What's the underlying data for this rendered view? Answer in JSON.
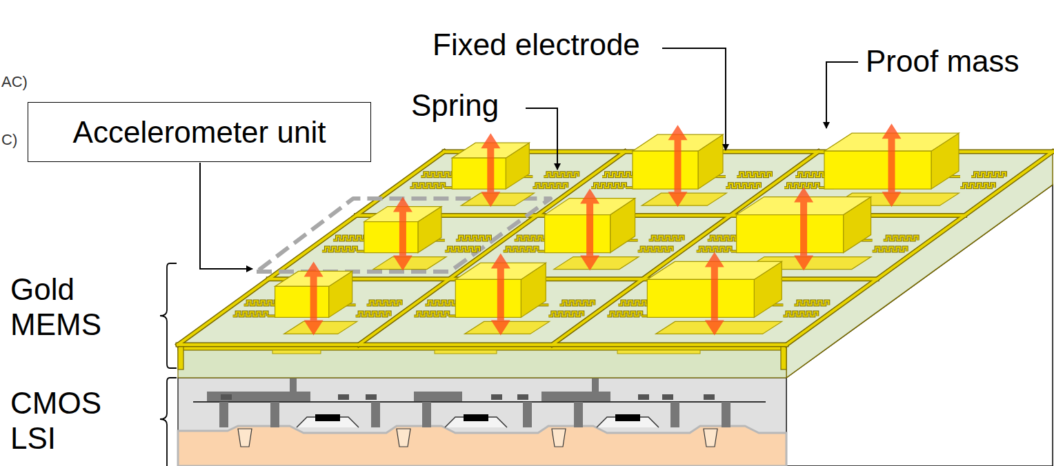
{
  "diagram": {
    "nodes": [
      {
        "text": [
          "Accelerometer unit"
        ]
      }
    ],
    "labels": [
      "Fixed electrode",
      "Proof mass",
      "AC)",
      "Spring",
      "C)",
      "Gold MEMS",
      "CMOS LSI"
    ]
  }
}
